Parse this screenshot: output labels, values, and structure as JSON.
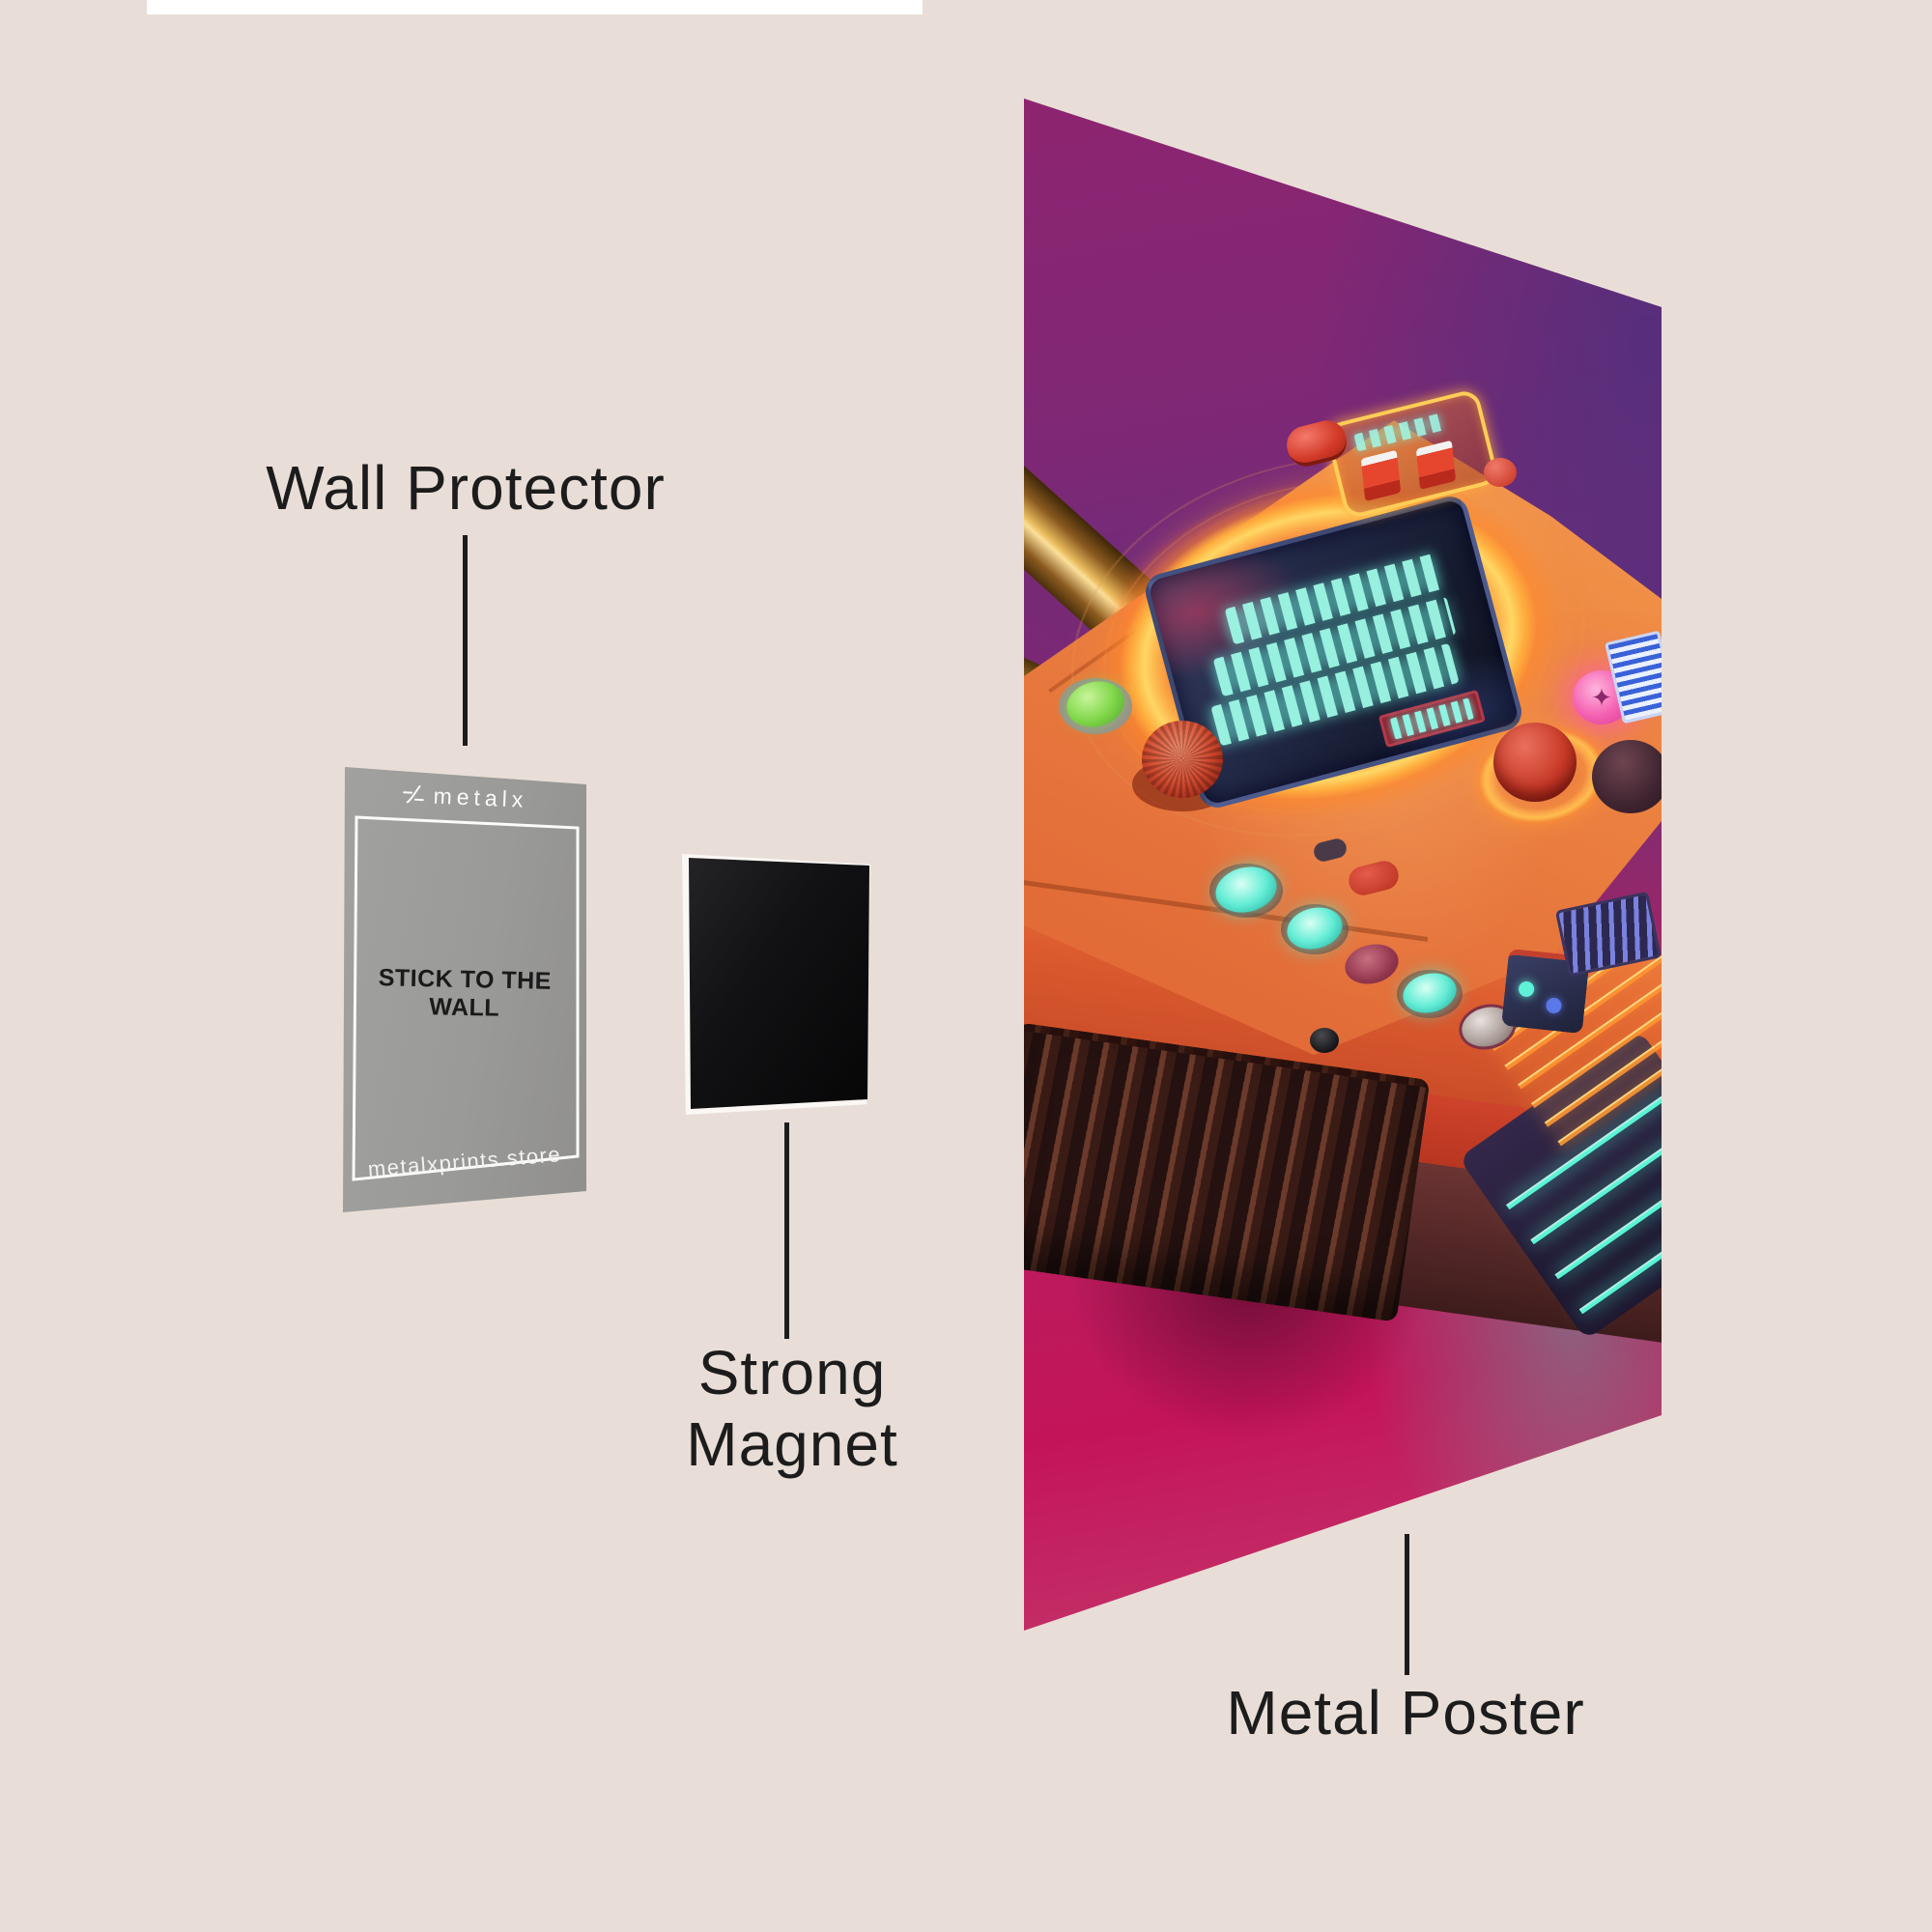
{
  "page": {
    "background_color": "#E9DED7"
  },
  "top_strip": {
    "color": "#FFFFFF"
  },
  "annotations": {
    "wall_protector": {
      "label": "Wall Protector"
    },
    "strong_magnet": {
      "label": "Strong Magnet"
    },
    "metal_poster": {
      "label": "Metal Poster"
    }
  },
  "connector_color": "#1C1C1C",
  "wall_protector_card": {
    "brand": "metalx",
    "message": "STICK TO THE WALL",
    "website": "metalxprints.store",
    "card_color": "#9A9A98",
    "border_color": "#FBFBF9",
    "message_color": "#1A1A1A"
  },
  "magnet": {
    "color": "#0B0B0D",
    "backing_color": "#FAF7F4"
  },
  "poster": {
    "background_colors": {
      "top_left_magenta": "#8E2470",
      "top_right_purple": "#5A2F7C",
      "bottom_crimson": "#C41459",
      "teal_reflection": "#3ED2B4"
    },
    "device_colors": {
      "body_orange": "#EF8B44",
      "front_band_orange": "#DB5A2E",
      "band_red": "#CE432B",
      "band_maroon": "#4C2323",
      "neon_ring_yellow": "#FFD765",
      "screen_navy": "#161C31",
      "led_cyan": "#9FFBE8",
      "button_pink": "#F45FB0",
      "button_green": "#7FD648",
      "button_red": "#C93A28",
      "button_teal": "#66EDD6",
      "brass_gold": "#E9BC5E"
    }
  }
}
